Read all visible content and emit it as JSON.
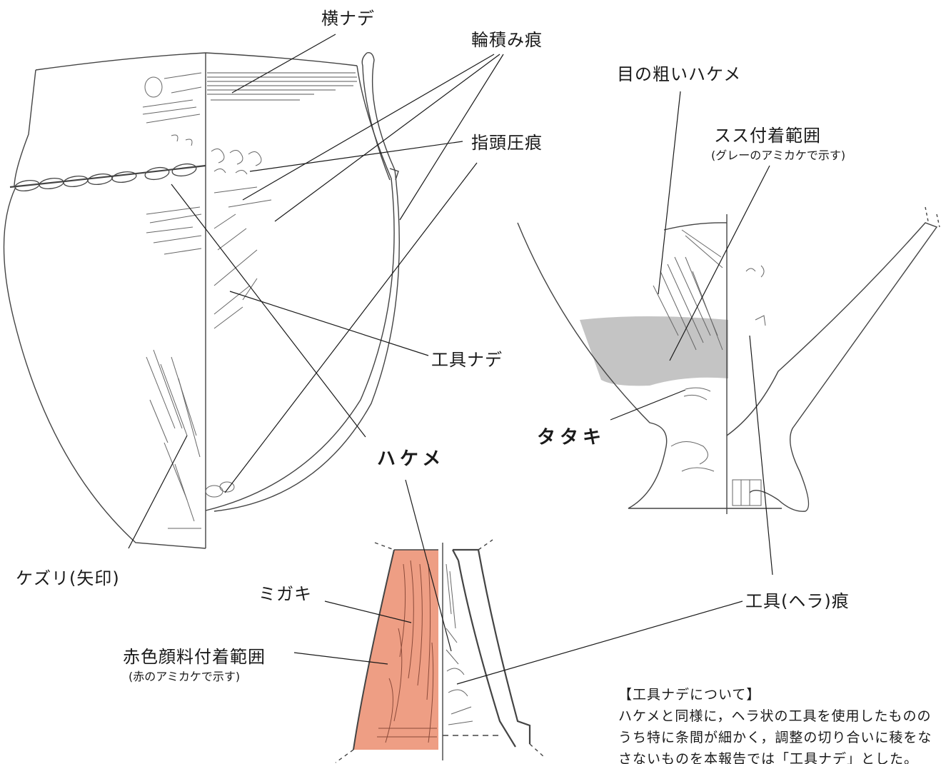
{
  "labels": {
    "yoko_nade": "横ナデ",
    "wazumi": "輪積み痕",
    "shito": "指頭圧痕",
    "kougu_nade": "工具ナデ",
    "hakeme": "ハケメ",
    "kezuri": "ケズリ(矢印)",
    "hakeme_coarse": "目の粗いハケメ",
    "susu": "スス付着範囲",
    "susu_note": "(グレーのアミカケで示す)",
    "tataki": "タタキ",
    "kougu_hera": "工具(ヘラ)痕",
    "migaki": "ミガキ",
    "aka": "赤色顔料付着範囲",
    "aka_note": "(赤のアミカケで示す)"
  },
  "note": {
    "heading": "【工具ナデについて】",
    "body": "ハケメと同様に，ヘラ状の工具を使用したもののうち特に条間が細かく，調整の切り合いに稜をなさないものを本報告では「工具ナデ」とした。"
  },
  "colors": {
    "soot_fill": "#c4c4c4",
    "pigment_fill": "#ee9e84",
    "ink": "#3a3a3a"
  }
}
